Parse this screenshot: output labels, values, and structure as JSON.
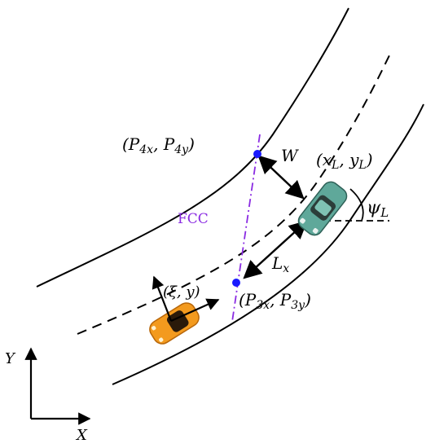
{
  "labels": {
    "p4": "(P",
    "p4_sub_x": "4x",
    "p4_comma": ", P",
    "p4_sub_y": "4y",
    "p4_close": ")",
    "p3": "(P",
    "p3_sub_x": "3x",
    "p3_comma": ", P",
    "p3_sub_y": "3y",
    "p3_close": ")",
    "w": "W",
    "xl_open": "(x",
    "xl_sub": "L",
    "xl_mid": ", y",
    "yl_sub": "L",
    "xl_close": ")",
    "psi": "ψ",
    "psi_sub": "L",
    "fcc": "FCC",
    "lx": "L",
    "lx_sub": "x",
    "xi_y": "(ξ, y)",
    "axis_y": "Y",
    "axis_x": "X"
  },
  "colors": {
    "road": "#000000",
    "fcc": "#8a2be2",
    "point": "#1a1aff",
    "ego_car": "#f39a1e",
    "lead_car": "#5fa89a"
  }
}
